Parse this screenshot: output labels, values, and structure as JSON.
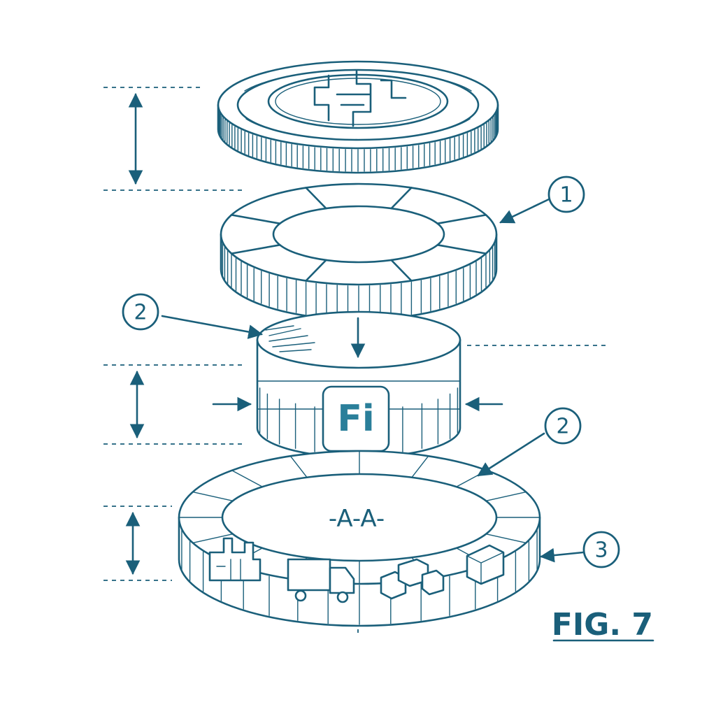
{
  "figure": {
    "label": "FIG. 7"
  },
  "callouts": [
    {
      "id": "c1",
      "label": "1"
    },
    {
      "id": "c2a",
      "label": "2"
    },
    {
      "id": "c2b",
      "label": "2"
    },
    {
      "id": "c3",
      "label": "3"
    }
  ],
  "center_badge": {
    "text": "Fi"
  },
  "section_marker": {
    "text": "-A-A-"
  },
  "colors": {
    "ink": "#1a5f7a",
    "badge": "#2a7f9a",
    "background": "#ffffff"
  },
  "icons": [
    "coin-icon",
    "segmented-ring-icon",
    "cylinder-icon",
    "base-ring-icon",
    "factory-icon",
    "truck-icon",
    "boxes-icon",
    "arrow-icon"
  ]
}
